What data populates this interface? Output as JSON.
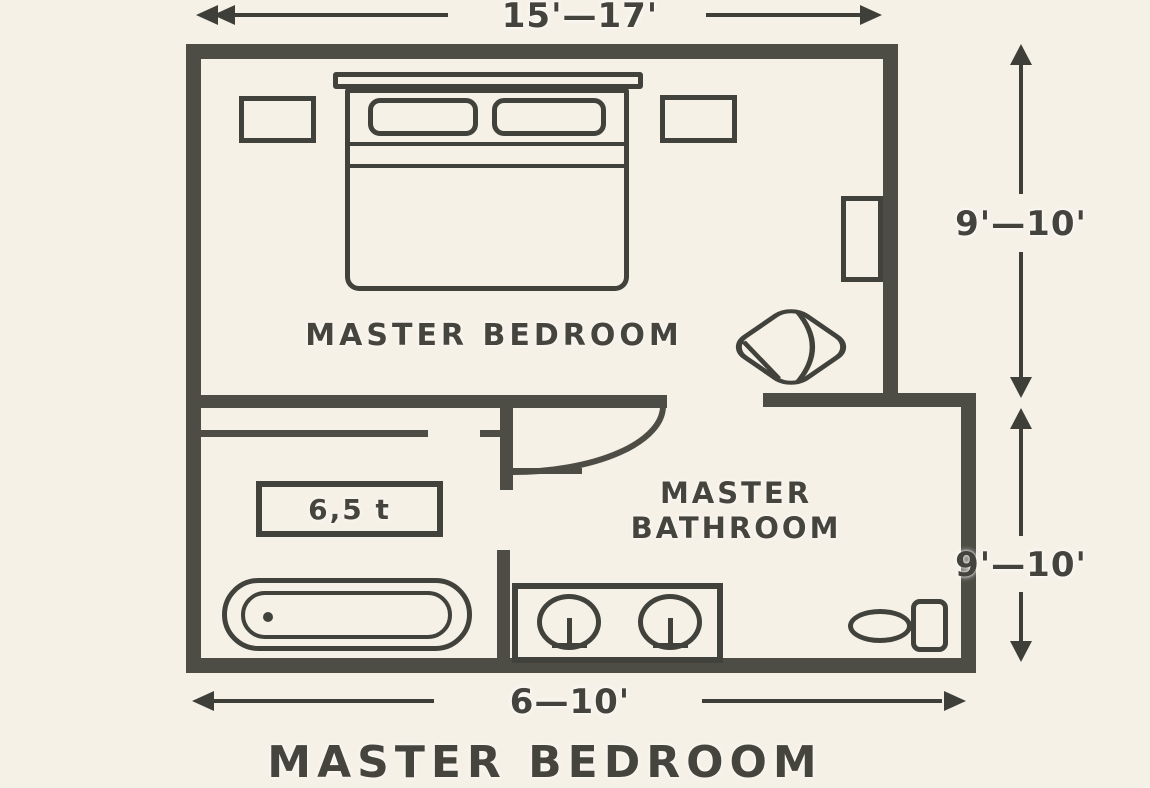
{
  "labels": {
    "bedroom": "MASTER BEDROOM",
    "bathroom_line1": "MASTER",
    "bathroom_line2": "BATHROOM",
    "closet_box": "6,5 t",
    "bottom_title": "MASTER BEDROOM"
  },
  "dimensions": {
    "top": "15'—17'",
    "right_upper": "9'—10'",
    "right_lower": "9'—10'",
    "bottom": "6—10'"
  },
  "colors": {
    "background": "#F6F1E7",
    "wall": "#4D4D46",
    "furniture_line": "#42423C",
    "text": "#45453E",
    "dimension": "#3F3F39"
  }
}
